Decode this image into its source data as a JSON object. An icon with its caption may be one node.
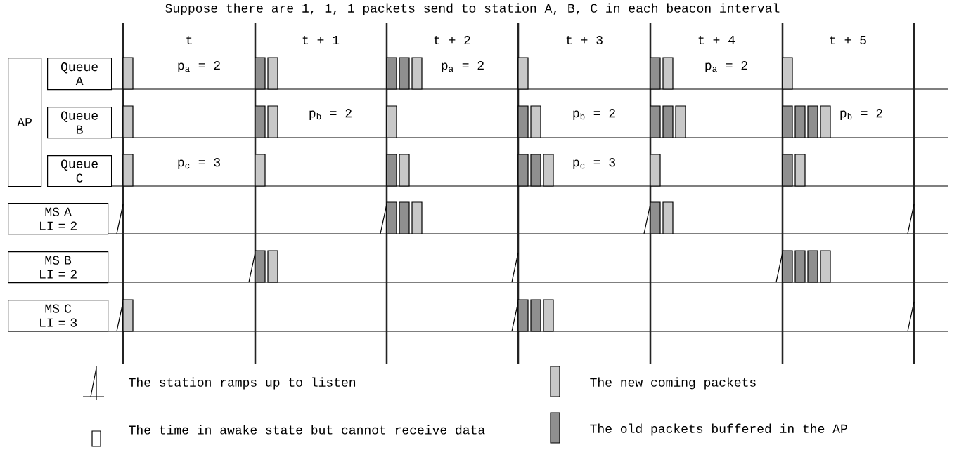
{
  "diagram": {
    "title": "Suppose there are 1, 1, 1 packets send to station A, B, C in each beacon interval",
    "nodes": [
      {
        "text": [
          "AP"
        ]
      },
      {
        "text": [
          "Queue A"
        ]
      },
      {
        "text": [
          "Queue B"
        ]
      },
      {
        "text": [
          "Queue C"
        ]
      },
      {
        "text": [
          "MS A",
          "LI = 2"
        ]
      },
      {
        "text": [
          "MS B",
          "LI = 2"
        ]
      },
      {
        "text": [
          "MS C",
          "LI = 3"
        ]
      }
    ],
    "labels": [
      "t",
      "t + 1",
      "t + 2",
      "t + 3",
      "t + 4",
      "t + 5",
      "p$_{a}$ = 2",
      "p$_{a}$ = 2",
      "p$_{a}$ = 2",
      "p$_{b}$ = 2",
      "p$_{b}$ = 2",
      "p$_{b}$ = 2",
      "p$_{c}$ = 3",
      "p$_{c}$ = 3"
    ],
    "legend": [
      {
        "text": "The station ramps up to listen"
      },
      {
        "text": "The new coming packets",
        "color": "#c8c8c8"
      },
      {
        "text": "The time in awake state but cannot receive data"
      },
      {
        "text": "The old packets buffered in the AP",
        "color": "#8f8f8f"
      }
    ]
  }
}
